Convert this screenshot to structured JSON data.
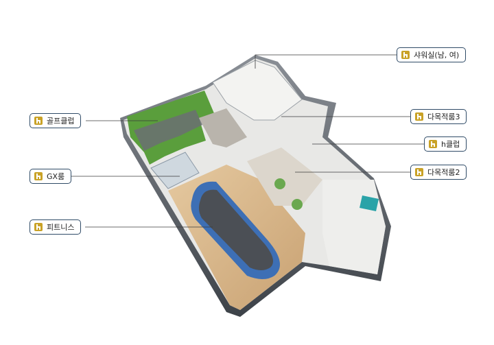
{
  "labels": {
    "shower": "샤워실(남, 여)",
    "golf": "골프클럽",
    "room3": "다목적룸3",
    "hclub": "h클럽",
    "gx": "GX룸",
    "room2": "다목적룸2",
    "fitness": "피트니스"
  },
  "colors": {
    "label_border": "#2e4a66",
    "logo": "#c9a227",
    "leader_line": "#3a3a3a",
    "track": "#3d6fb5",
    "lawn": "#5a9e3c",
    "wood_floor": "#d9b98c",
    "pool": "#2aa3a8"
  },
  "icons": {
    "label_logo": "hillstate-logo-icon"
  }
}
